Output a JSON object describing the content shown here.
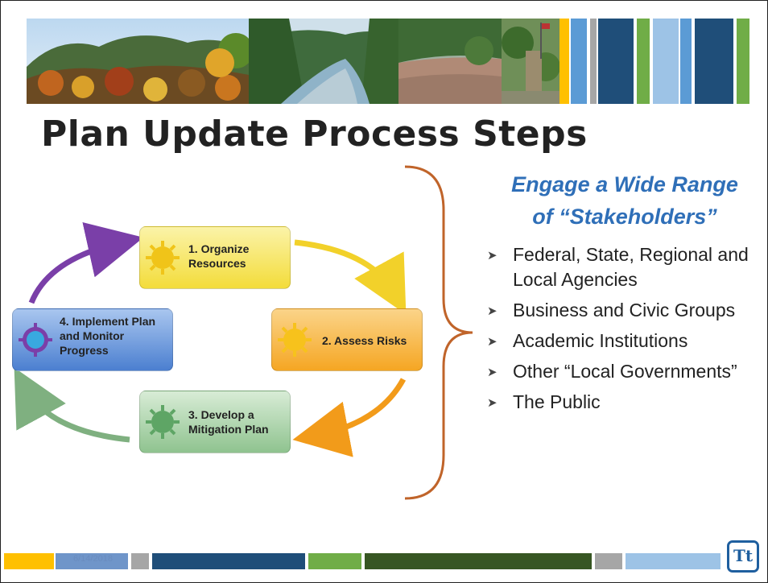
{
  "slide": {
    "title": "Plan Update Process Steps",
    "footer_date": "6/14/2018"
  },
  "cycle": {
    "steps": [
      {
        "label": "1. Organize\nResources",
        "color": "#f6e33a"
      },
      {
        "label": "2. Assess Risks",
        "color": "#f6a21e"
      },
      {
        "label": "3. Develop a\nMitigation Plan",
        "color": "#76b279"
      },
      {
        "label": "4. Implement Plan\nand Monitor\nProgress",
        "color": "#4b7fd0"
      }
    ]
  },
  "engage": {
    "heading_line1": "Engage a Wide Range",
    "heading_line2": "of “Stakeholders”"
  },
  "stakeholders": [
    "Federal, State, Regional and Local Agencies",
    "Business and Civic Groups",
    "Academic Institutions",
    "Other “Local Governments”",
    "The Public"
  ],
  "logo": {
    "text": "Tt",
    "color": "#1f5f9f"
  },
  "colors": {
    "accent_blue": "#2f6fb8",
    "bracket": "#c0642a",
    "stripe_navy": "#1f4e79",
    "stripe_light_blue": "#9dc3e6",
    "stripe_blue": "#5b9bd5",
    "stripe_green": "#70ad47",
    "stripe_dark_green": "#375623",
    "stripe_gray": "#a6a6a6",
    "stripe_yellow": "#ffc000"
  }
}
